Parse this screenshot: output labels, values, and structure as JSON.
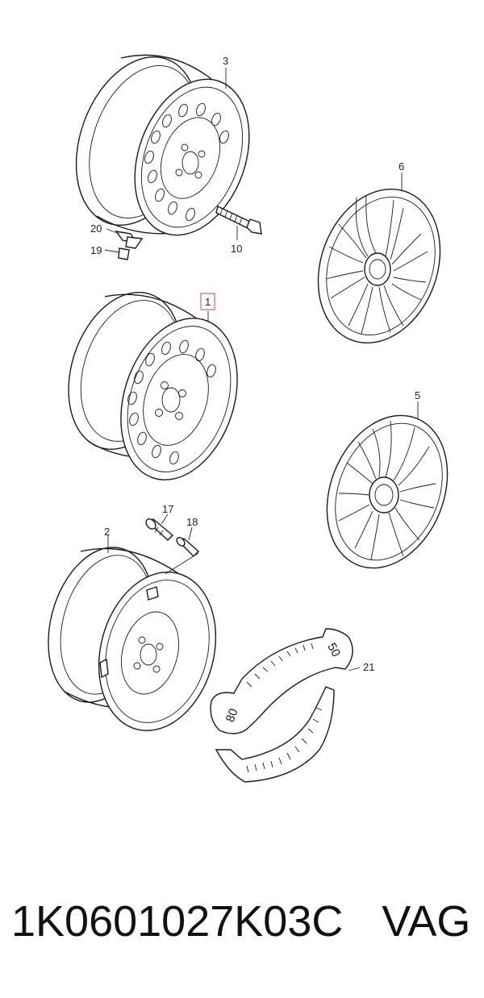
{
  "diagram": {
    "callouts": {
      "c1": "1",
      "c2": "2",
      "c3": "3",
      "c5": "5",
      "c6": "6",
      "c10": "10",
      "c17": "17",
      "c18": "18",
      "c19": "19",
      "c20": "20",
      "c21": "21"
    },
    "scale_labels": {
      "left": "80",
      "right": "50"
    },
    "highlight_color": "#e0607a"
  },
  "footer": {
    "part_number": "1K0601027K03C",
    "brand": "VAG"
  }
}
